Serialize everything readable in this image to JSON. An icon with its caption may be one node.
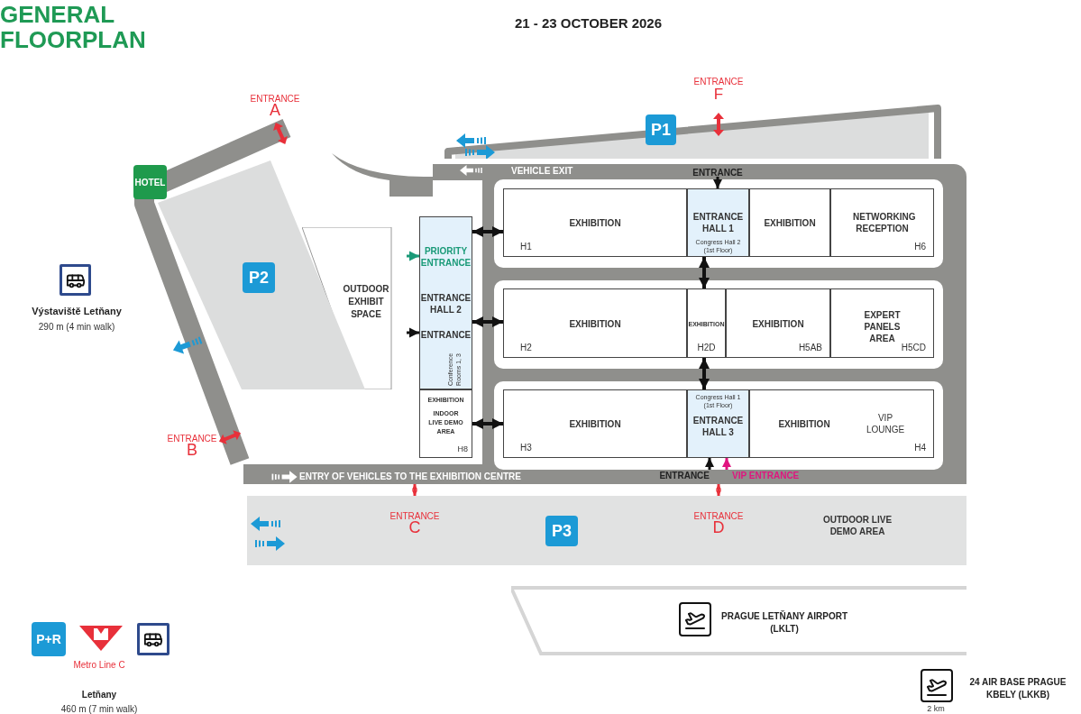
{
  "diagram": {
    "title": "GENERAL FLOORPLAN",
    "nodes": [
      {
        "text": [
          "EXHIBITION",
          "H1"
        ]
      },
      {
        "text": [
          "ENTRANCE HALL 1",
          "Congress Hall 2 (1st Floor)"
        ]
      },
      {
        "text": [
          "EXHIBITION"
        ]
      },
      {
        "text": [
          "NETWORKING RECEPTION",
          "H6"
        ]
      },
      {
        "text": [
          "EXHIBITION",
          "H2"
        ]
      },
      {
        "text": [
          "EXHIBITION",
          "H2D"
        ]
      },
      {
        "text": [
          "EXHIBITION",
          "H5AB"
        ]
      },
      {
        "text": [
          "EXPERT PANELS AREA",
          "H5CD"
        ]
      },
      {
        "text": [
          "EXHIBITION",
          "H3"
        ]
      },
      {
        "text": [
          "Congress Hall 1 (1st Floor)",
          "ENTRANCE HALL 3"
        ]
      },
      {
        "text": [
          "EXHIBITION",
          "VIP LOUNGE",
          "H4"
        ]
      },
      {
        "text": [
          "PRIORITY ENTRANCE",
          "ENTRANCE HALL 2",
          "ENTRANCE",
          "Conference Rooms 1, 3"
        ]
      },
      {
        "text": [
          "EXHIBITION",
          "INDOOR LIVE DEMO AREA",
          "H8"
        ]
      },
      {
        "text": [
          "OUTDOOR EXHIBIT SPACE"
        ]
      },
      {
        "text": [
          "P2"
        ]
      },
      {
        "text": [
          "HOTEL"
        ]
      },
      {
        "text": [
          "P1"
        ]
      },
      {
        "text": [
          "P3",
          "OUTDOOR LIVE DEMO AREA"
        ]
      },
      {
        "text": [
          "PRAGUE LETŇANY AIRPORT (LKLT)"
        ]
      },
      {
        "text": [
          "ENTRY OF VEHICLES TO THE EXHIBITION CENTRE"
        ]
      },
      {
        "text": [
          "VEHICLE EXIT"
        ]
      }
    ],
    "edges": [
      {
        "from": 11,
        "to": 0,
        "arrow": "both"
      },
      {
        "from": 11,
        "to": 4,
        "arrow": "both"
      },
      {
        "from": 12,
        "to": 8,
        "arrow": "both"
      },
      {
        "from": 1,
        "to": 5,
        "arrow": "both"
      },
      {
        "from": 5,
        "to": 9,
        "arrow": "both"
      },
      {
        "from": 20,
        "to": 1,
        "arrow": "to",
        "label": "ENTRANCE"
      },
      {
        "from": null,
        "to": 11,
        "arrow": "to",
        "color": "#1a9a78"
      },
      {
        "from": null,
        "to": 11,
        "arrow": "to"
      },
      {
        "from": 19,
        "to": 9,
        "arrow": "to",
        "label": "ENTRANCE"
      },
      {
        "from": 19,
        "to": 9,
        "arrow": "to",
        "label": "VIP ENTRANCE",
        "color": "#e0157f"
      },
      {
        "from": 19,
        "to": 17,
        "arrow": "both",
        "color": "#e8303a"
      },
      {
        "from": 19,
        "to": 17,
        "arrow": "both",
        "color": "#e8303a"
      }
    ],
    "labels": [
      "21 - 23 OCTOBER 2026",
      "ENTRANCE",
      "A",
      "ENTRANCE",
      "F",
      "Výstaviště Letňany",
      "290 m (4 min walk)",
      "ENTRANCE",
      "B",
      "ENTRANCE",
      "C",
      "ENTRANCE",
      "D",
      "P+R",
      "Metro Line C",
      "Letňany",
      "460 m (7 min walk)",
      "24 AIR BASE PRAGUE KBELY (LKKB)",
      "2 km"
    ]
  }
}
